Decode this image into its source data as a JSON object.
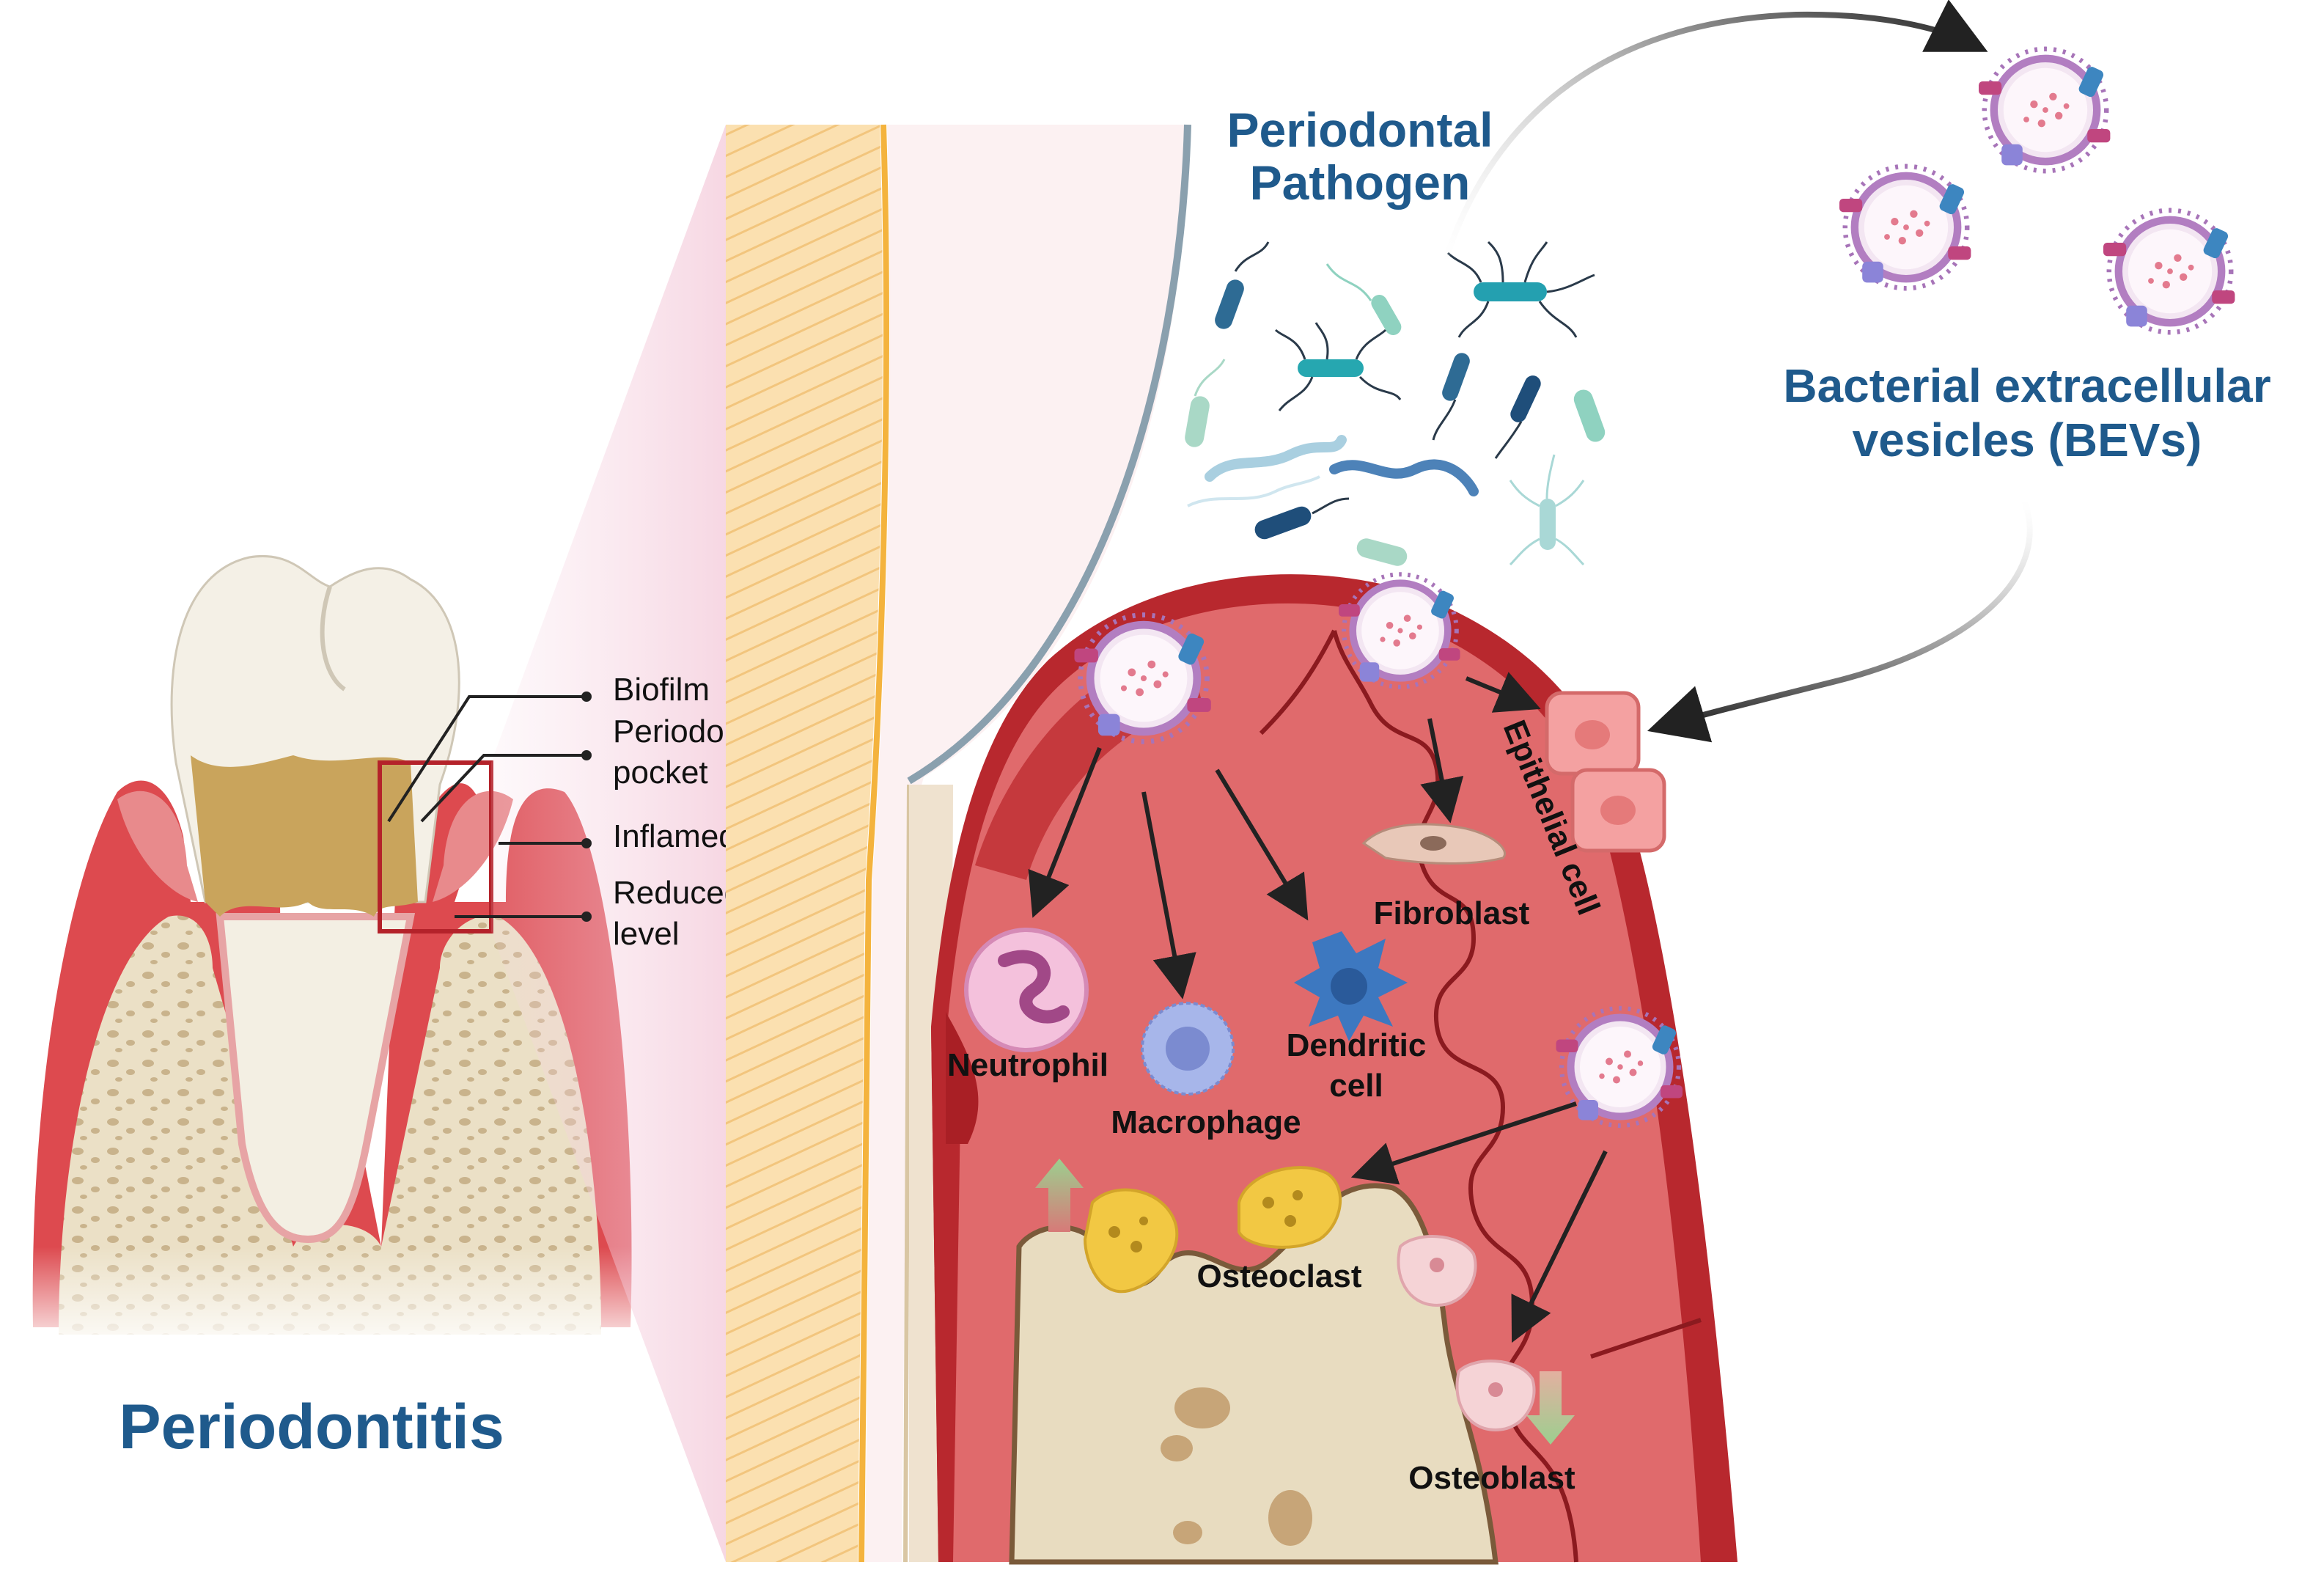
{
  "labels": {
    "periodontitis": "Periodontitis",
    "periodontal_pathogen": [
      "Periodontal",
      "Pathogen"
    ],
    "bevs": [
      "Bacterial extracellular",
      "vesicles (BEVs)"
    ],
    "callouts": {
      "biofilm": "Biofilm",
      "periodontal_pocket": [
        "Periodontal",
        "pocket"
      ],
      "inflamed_gum": "Inflamed gum",
      "reduced_bone_level": [
        "Reduced bone",
        "level"
      ]
    },
    "cells": {
      "neutrophil": "Neutrophil",
      "macrophage": "Macrophage",
      "dendritic_cell": [
        "Dendritic",
        "cell"
      ],
      "fibroblast": "Fibroblast",
      "epithelial_cell": "Epithelial cell",
      "osteoclast": "Osteoclast",
      "osteoblast": "Osteoblast"
    }
  },
  "colors": {
    "title_blue": "#1f5a8c",
    "gum_red": "#c8373c",
    "gum_pink": "#e88a8c",
    "bone_beige": "#e8dcc0",
    "enamel": "#f4f0e6",
    "biofilm": "#c9a45c",
    "arrow": "#222222",
    "up_arrow": "#9ccf8f",
    "down_arrow": "#9ccf8f"
  }
}
